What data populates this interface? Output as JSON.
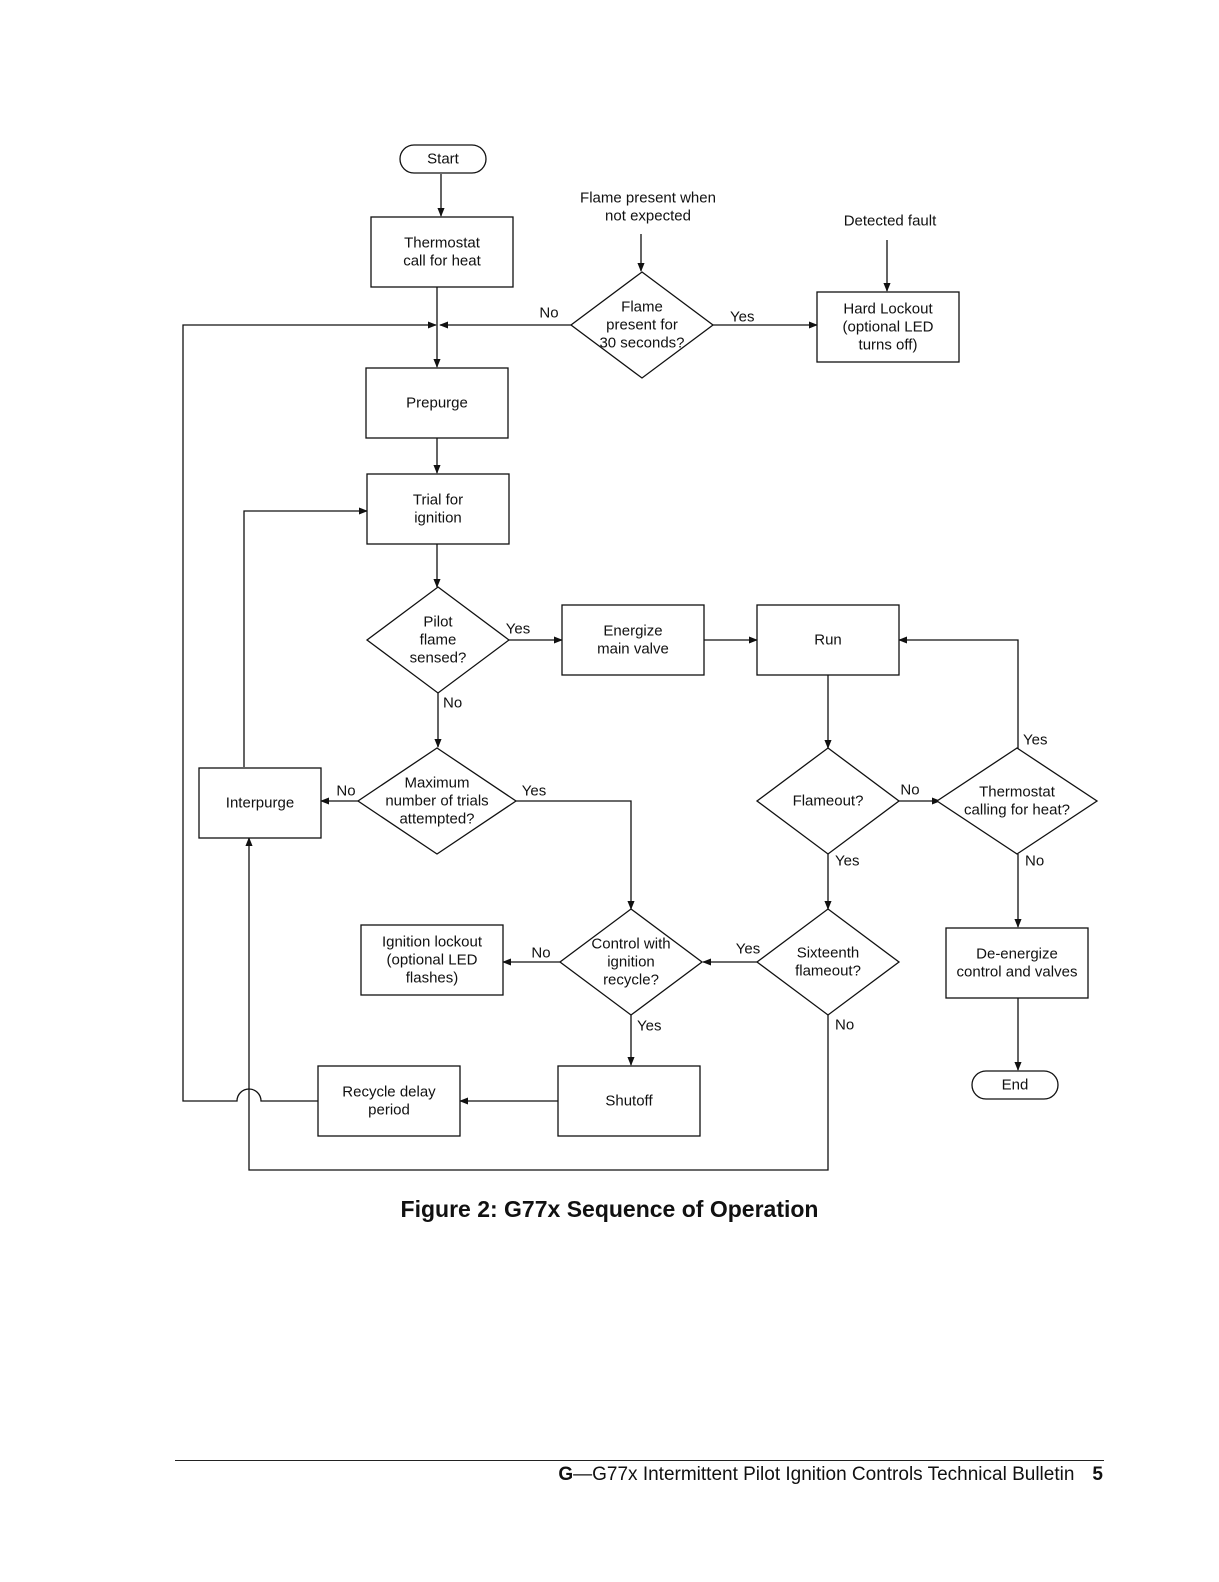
{
  "nodes": {
    "start": {
      "lines": [
        "Start"
      ]
    },
    "flame_unexpected": {
      "lines": [
        "Flame present when",
        "not expected"
      ]
    },
    "detected_fault": {
      "lines": [
        "Detected fault"
      ]
    },
    "thermostat_call": {
      "lines": [
        "Thermostat",
        "call for heat"
      ]
    },
    "flame_30s": {
      "lines": [
        "Flame",
        "present for",
        "30 seconds?"
      ]
    },
    "hard_lockout": {
      "lines": [
        "Hard Lockout",
        "(optional LED",
        "turns off)"
      ]
    },
    "prepurge": {
      "lines": [
        "Prepurge"
      ]
    },
    "trial_ignition": {
      "lines": [
        "Trial for",
        "ignition"
      ]
    },
    "pilot_sensed": {
      "lines": [
        "Pilot",
        "flame",
        "sensed?"
      ]
    },
    "energize_main": {
      "lines": [
        "Energize",
        "main valve"
      ]
    },
    "run": {
      "lines": [
        "Run"
      ]
    },
    "interpurge": {
      "lines": [
        "Interpurge"
      ]
    },
    "max_trials": {
      "lines": [
        "Maximum",
        "number of trials",
        "attempted?"
      ]
    },
    "flameout": {
      "lines": [
        "Flameout?"
      ]
    },
    "thermostat_calling": {
      "lines": [
        "Thermostat",
        "calling for heat?"
      ]
    },
    "ignition_lockout": {
      "lines": [
        "Ignition lockout",
        "(optional LED",
        "flashes)"
      ]
    },
    "control_recycle": {
      "lines": [
        "Control with",
        "ignition",
        "recycle?"
      ]
    },
    "sixteenth_flameout": {
      "lines": [
        "Sixteenth",
        "flameout?"
      ]
    },
    "deenergize": {
      "lines": [
        "De-energize",
        "control and valves"
      ]
    },
    "end": {
      "lines": [
        "End"
      ]
    },
    "recycle_delay": {
      "lines": [
        "Recycle delay",
        "period"
      ]
    },
    "shutoff": {
      "lines": [
        "Shutoff"
      ]
    }
  },
  "edges": [
    {
      "from": "start",
      "to": "thermostat_call",
      "label": ""
    },
    {
      "from": "flame_unexpected",
      "to": "flame_30s",
      "label": ""
    },
    {
      "from": "detected_fault",
      "to": "hard_lockout",
      "label": ""
    },
    {
      "from": "flame_30s",
      "to": "hard_lockout",
      "label": "Yes"
    },
    {
      "from": "flame_30s",
      "to": "prepurge",
      "label": "No"
    },
    {
      "from": "thermostat_call",
      "to": "prepurge",
      "label": ""
    },
    {
      "from": "prepurge",
      "to": "trial_ignition",
      "label": ""
    },
    {
      "from": "trial_ignition",
      "to": "pilot_sensed",
      "label": ""
    },
    {
      "from": "pilot_sensed",
      "to": "energize_main",
      "label": "Yes"
    },
    {
      "from": "pilot_sensed",
      "to": "max_trials",
      "label": "No"
    },
    {
      "from": "energize_main",
      "to": "run",
      "label": ""
    },
    {
      "from": "run",
      "to": "flameout",
      "label": ""
    },
    {
      "from": "max_trials",
      "to": "interpurge",
      "label": "No"
    },
    {
      "from": "max_trials",
      "to": "control_recycle",
      "label": "Yes"
    },
    {
      "from": "interpurge",
      "to": "trial_ignition",
      "label": ""
    },
    {
      "from": "flameout",
      "to": "thermostat_calling",
      "label": "No"
    },
    {
      "from": "flameout",
      "to": "sixteenth_flameout",
      "label": "Yes"
    },
    {
      "from": "thermostat_calling",
      "to": "run",
      "label": "Yes"
    },
    {
      "from": "thermostat_calling",
      "to": "deenergize",
      "label": "No"
    },
    {
      "from": "deenergize",
      "to": "end",
      "label": ""
    },
    {
      "from": "sixteenth_flameout",
      "to": "control_recycle",
      "label": "Yes"
    },
    {
      "from": "sixteenth_flameout",
      "to": "interpurge",
      "label": "No"
    },
    {
      "from": "control_recycle",
      "to": "ignition_lockout",
      "label": "No"
    },
    {
      "from": "control_recycle",
      "to": "shutoff",
      "label": "Yes"
    },
    {
      "from": "shutoff",
      "to": "recycle_delay",
      "label": ""
    },
    {
      "from": "recycle_delay",
      "to": "prepurge",
      "label": ""
    }
  ],
  "caption": "Figure 2: G77x Sequence of Operation",
  "footer": {
    "brand": "G",
    "title": "—G77x Intermittent Pilot Ignition Controls Technical Bulletin",
    "page": "5"
  }
}
